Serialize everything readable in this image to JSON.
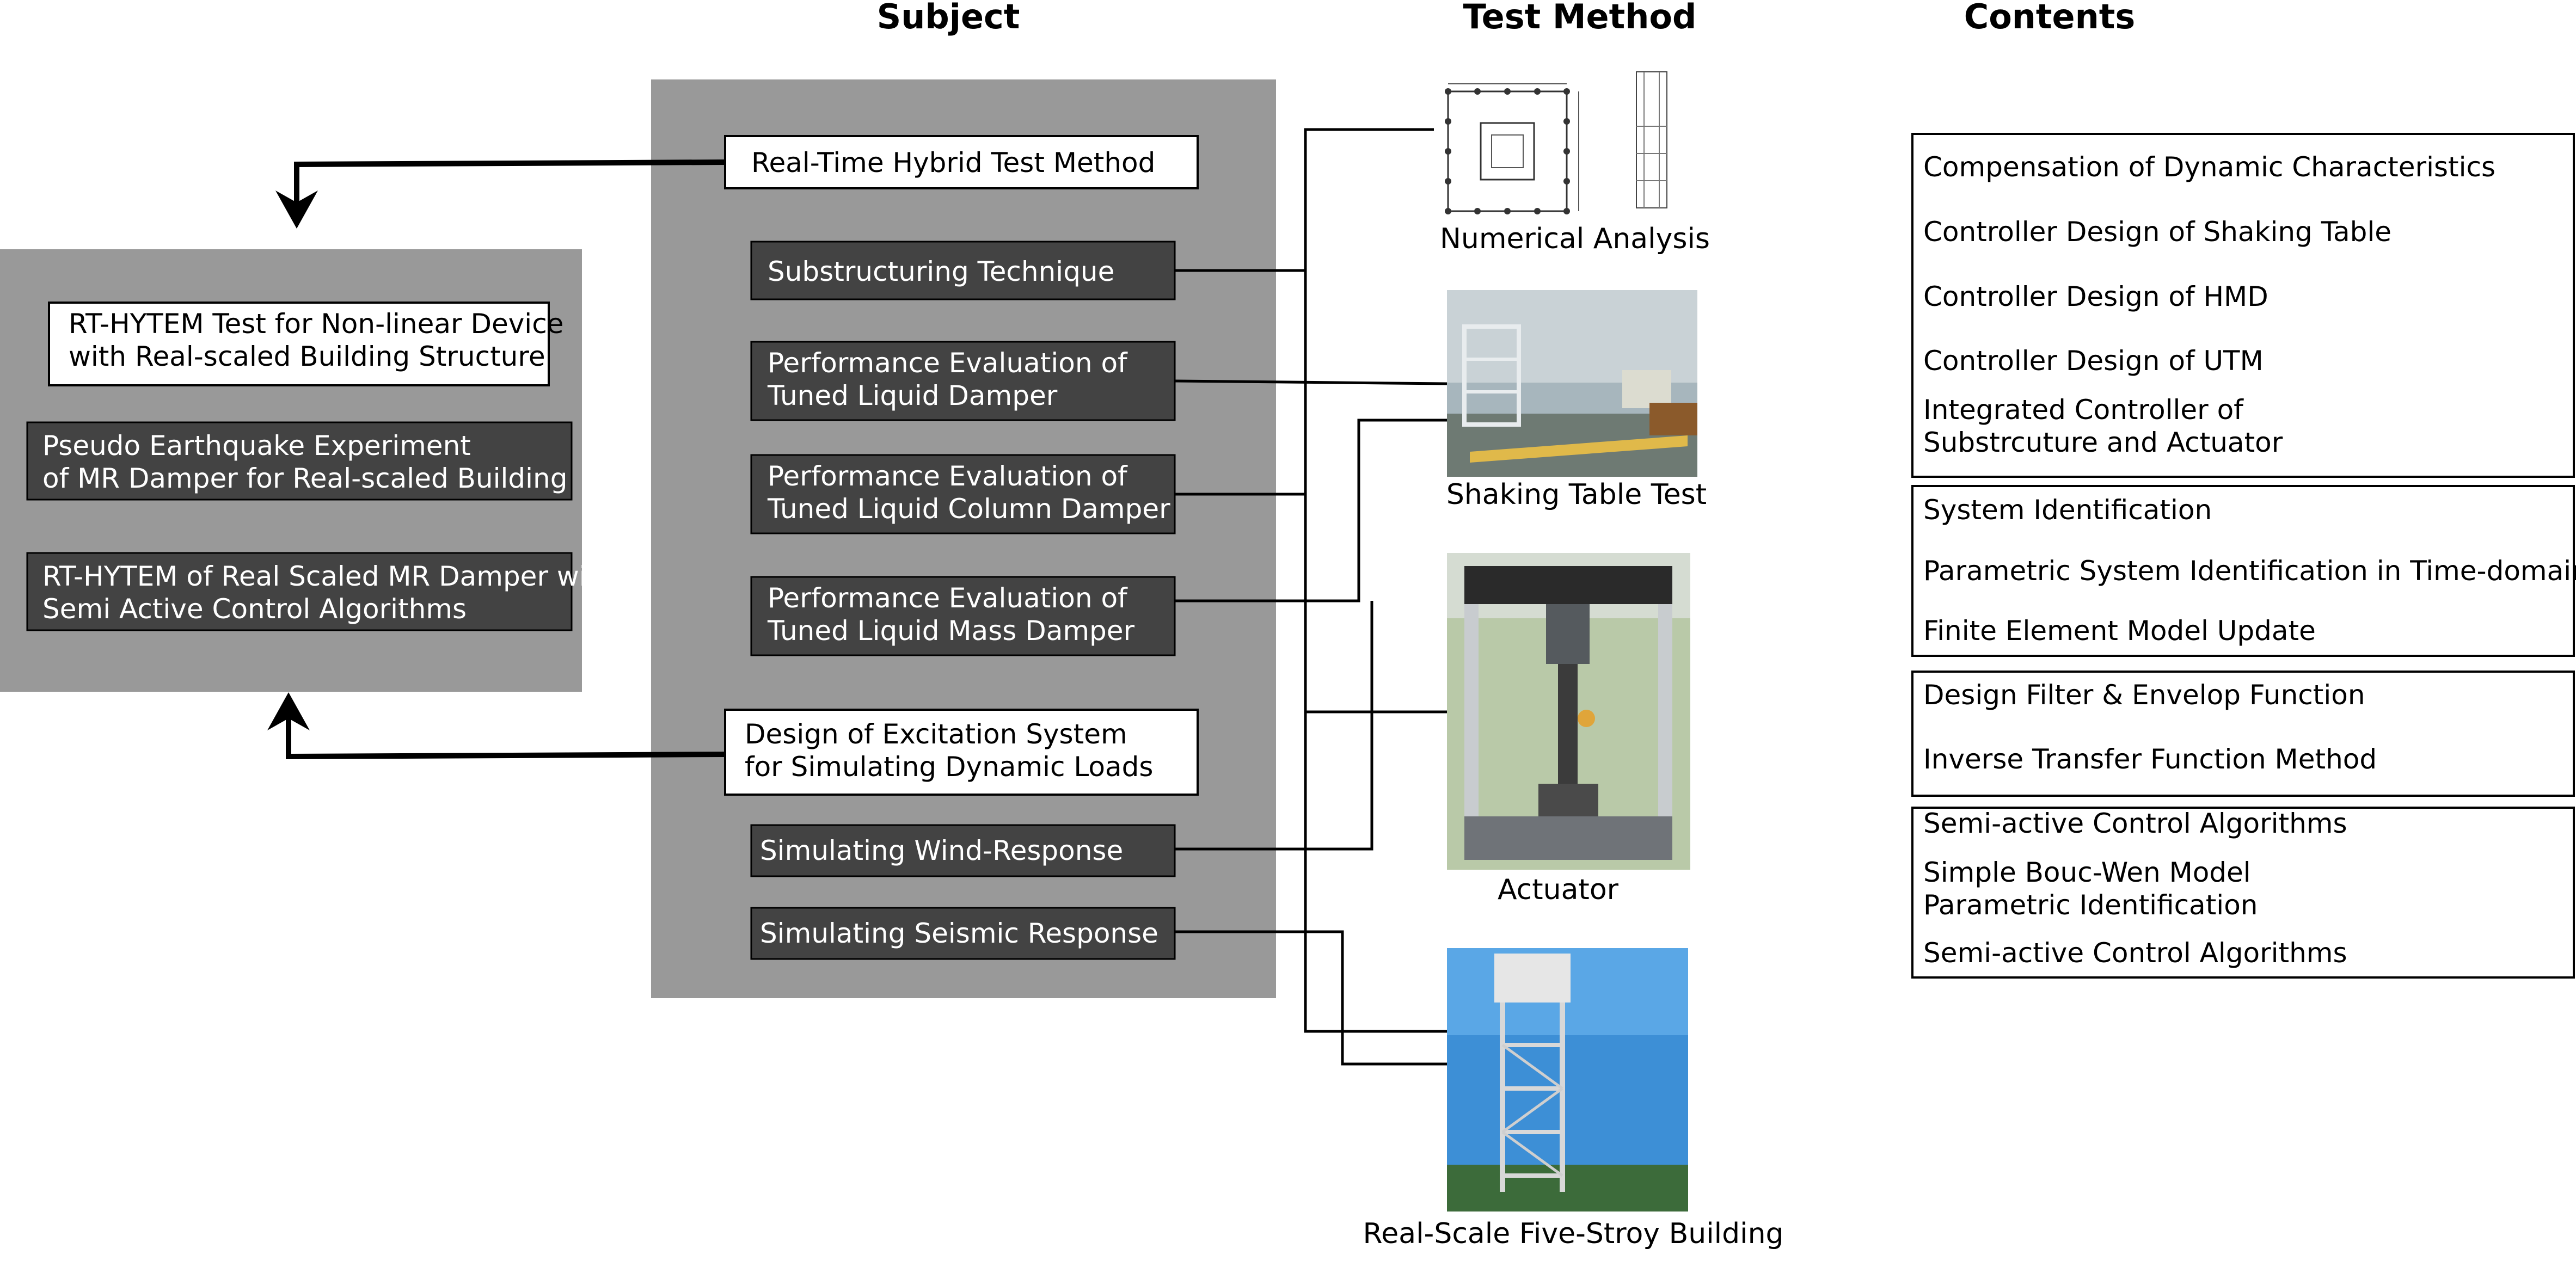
{
  "headers": {
    "subject": "Subject",
    "test_method": "Test Method",
    "contents": "Contents"
  },
  "left_panel": {
    "items": [
      {
        "lines": [
          "RT-HYTEM Test for Non-linear Device",
          "with Real-scaled Building Structure"
        ],
        "style": "white"
      },
      {
        "lines": [
          "Pseudo Earthquake Experiment",
          "of MR Damper for Real-scaled Building"
        ],
        "style": "dark"
      },
      {
        "lines": [
          "RT-HYTEM of Real Scaled MR Damper with",
          "Semi Active Control Algorithms"
        ],
        "style": "dark"
      }
    ]
  },
  "subject_panel": {
    "items": [
      {
        "lines": [
          "Real-Time Hybrid Test Method"
        ],
        "style": "white"
      },
      {
        "lines": [
          "Substructuring Technique"
        ],
        "style": "dark"
      },
      {
        "lines": [
          "Performance Evaluation of",
          "Tuned Liquid Damper"
        ],
        "style": "dark"
      },
      {
        "lines": [
          "Performance Evaluation of",
          "Tuned Liquid Column Damper"
        ],
        "style": "dark"
      },
      {
        "lines": [
          "Performance Evaluation of",
          "Tuned Liquid Mass Damper"
        ],
        "style": "dark"
      },
      {
        "lines": [
          "Design of Excitation System",
          "for Simulating Dynamic Loads"
        ],
        "style": "white"
      },
      {
        "lines": [
          "Simulating Wind-Response"
        ],
        "style": "dark"
      },
      {
        "lines": [
          "Simulating Seismic Response"
        ],
        "style": "dark"
      }
    ]
  },
  "test_methods": [
    {
      "caption": "Numerical Analysis",
      "image": "structural-floor-plan-drawing"
    },
    {
      "caption": "Shaking Table Test",
      "image": "shaking-table-lab-photo"
    },
    {
      "caption": "Actuator",
      "image": "actuator-test-machine-photo"
    },
    {
      "caption": "Real-Scale Five-Stroy Building",
      "image": "five-story-steel-frame-building-photo"
    }
  ],
  "contents_groups": [
    [
      "Compensation of Dynamic Characteristics",
      "Controller Design of Shaking Table",
      "Controller Design of HMD",
      "Controller Design of UTM",
      "Integrated Controller of",
      "Substrcuture and Actuator"
    ],
    [
      "System Identification",
      "Parametric System Identification in Time-domain",
      "Finite Element Model Update"
    ],
    [
      "Design Filter & Envelop Function",
      "Inverse Transfer Function Method"
    ],
    [
      "Semi-active Control Algorithms",
      "Simple Bouc-Wen Model",
      "Parametric Identification",
      "Semi-active Control Algorithms"
    ]
  ],
  "colors": {
    "panel_gray": "#999999",
    "dark_box": "#434343",
    "white_box": "#ffffff",
    "line": "#000000"
  }
}
